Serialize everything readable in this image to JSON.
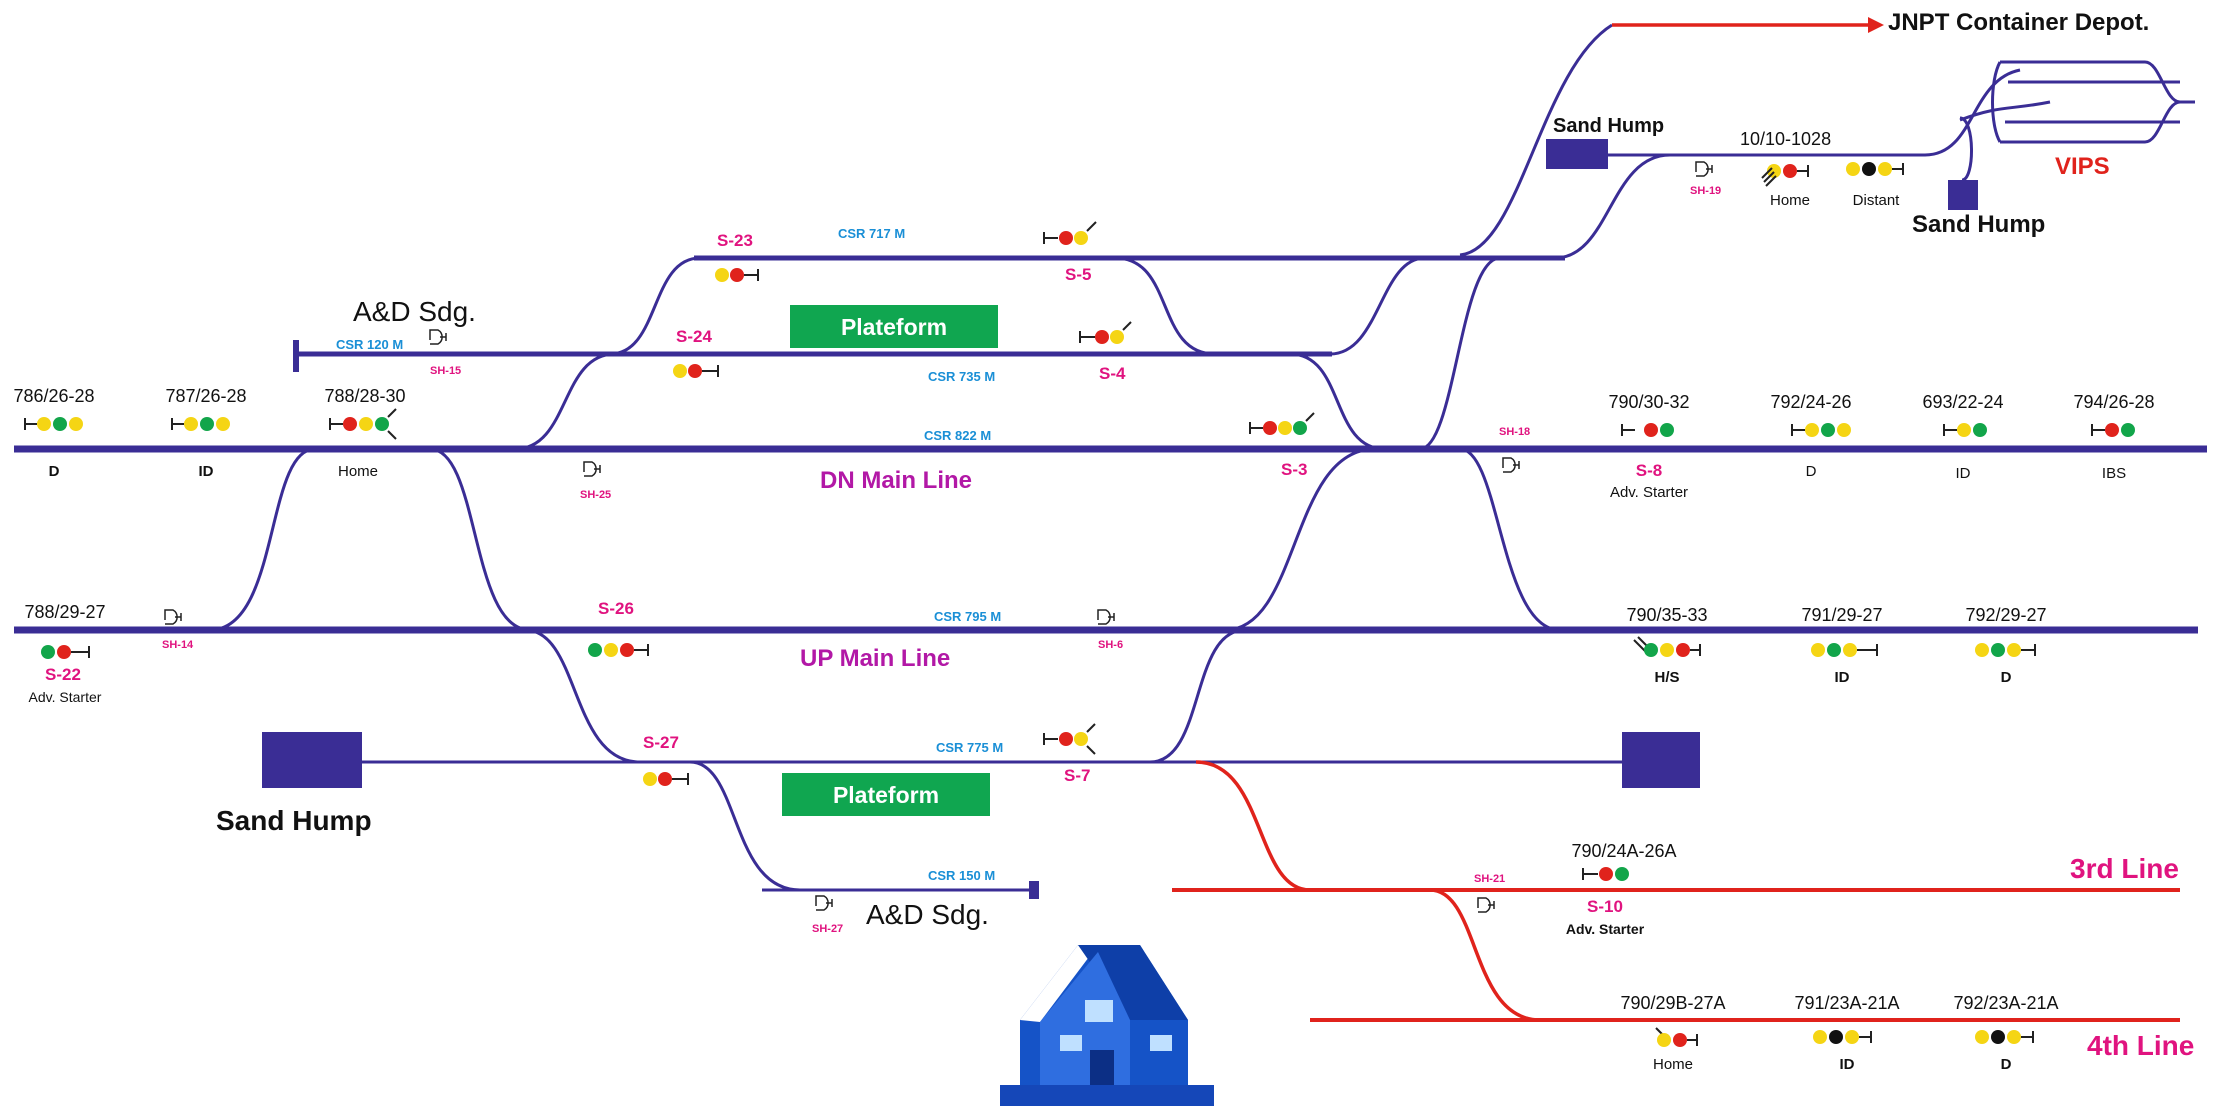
{
  "destinations": {
    "jnpt": "JNPT Container Depot.",
    "vips": "VIPS"
  },
  "sand_humps": {
    "top": "Sand Hump",
    "right": "Sand Hump",
    "left": "Sand Hump"
  },
  "sidings": {
    "upper": "A&D Sdg.",
    "lower": "A&D Sdg."
  },
  "platforms": {
    "upper": "Plateform",
    "lower": "Plateform"
  },
  "lines": {
    "dn": "DN Main Line",
    "up": "UP Main Line",
    "third": "3rd Line",
    "fourth": "4th Line"
  },
  "csr": {
    "c717": "CSR 717 M",
    "c120": "CSR 120 M",
    "c735": "CSR 735 M",
    "c822": "CSR 822 M",
    "c795": "CSR 795 M",
    "c775": "CSR 775 M",
    "c150": "CSR 150 M"
  },
  "shunt_signals": {
    "sh19": "SH-19",
    "sh15": "SH-15",
    "sh25": "SH-25",
    "sh18": "SH-18",
    "sh14": "SH-14",
    "sh6": "SH-6",
    "sh21": "SH-21",
    "sh27": "SH-27"
  },
  "signals": {
    "s23": "S-23",
    "s5": "S-5",
    "s24": "S-24",
    "s4": "S-4",
    "s3": "S-3",
    "s8": "S-8",
    "s26": "S-26",
    "s22": "S-22",
    "s27": "S-27",
    "s7": "S-7",
    "s10": "S-10"
  },
  "top_signals": {
    "km": "10/10-1028",
    "home": "Home",
    "distant": "Distant"
  },
  "dn_signals": [
    {
      "km": "786/26-28",
      "type": "D"
    },
    {
      "km": "787/26-28",
      "type": "ID"
    },
    {
      "km": "788/28-30",
      "type": "Home"
    },
    {
      "km": "790/30-32",
      "type": "Adv. Starter"
    },
    {
      "km": "792/24-26",
      "type": "D"
    },
    {
      "km": "693/22-24",
      "type": "ID"
    },
    {
      "km": "794/26-28",
      "type": "IBS"
    }
  ],
  "up_signals": [
    {
      "km": "788/29-27",
      "type": "Adv. Starter"
    },
    {
      "km": "790/35-33",
      "type": "H/S"
    },
    {
      "km": "791/29-27",
      "type": "ID"
    },
    {
      "km": "792/29-27",
      "type": "D"
    }
  ],
  "third_signals": [
    {
      "km": "790/24A-26A",
      "type": "Adv. Starter"
    }
  ],
  "fourth_signals": [
    {
      "km": "790/29B-27A",
      "type": "Home"
    },
    {
      "km": "791/23A-21A",
      "type": "ID"
    },
    {
      "km": "792/23A-21A",
      "type": "D"
    }
  ],
  "colors": {
    "track": "#3a2d95",
    "red_track": "#e0231c",
    "platform": "#10a650",
    "aspect_red": "#e0231c",
    "aspect_yellow": "#f5d514",
    "aspect_green": "#12a54a",
    "house": "#1553c7"
  }
}
